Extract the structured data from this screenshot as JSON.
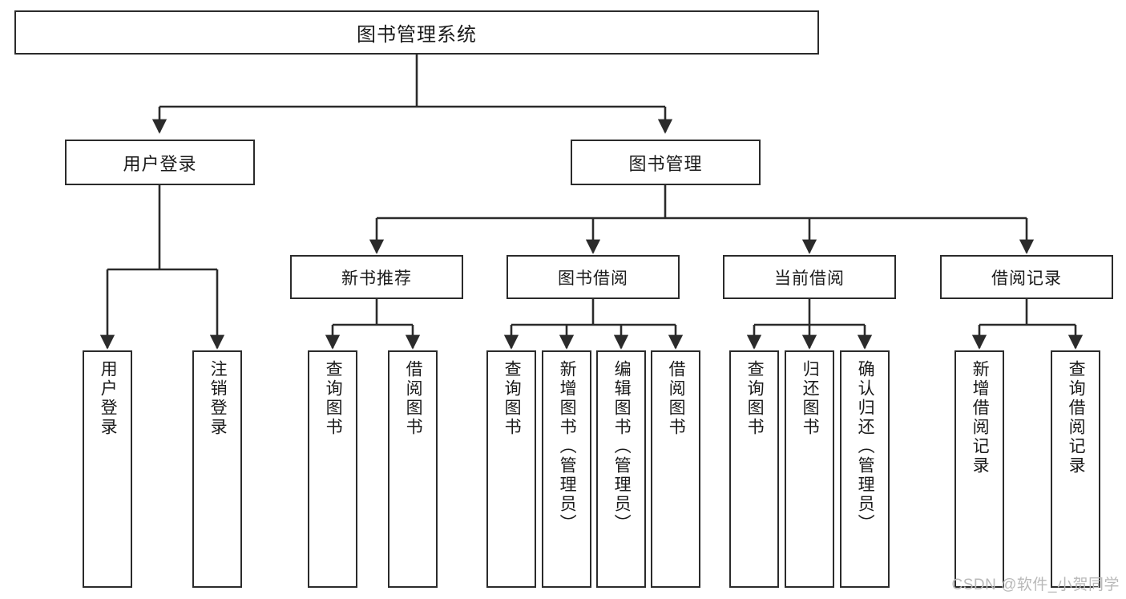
{
  "diagram": {
    "type": "tree",
    "title": "图书管理系统",
    "colors": {
      "box_border": "#2b2b2b",
      "box_fill": "#ffffff",
      "edge": "#2b2b2b",
      "text": "#1a1a1a",
      "watermark": "#b9b9b9",
      "background": "#ffffff"
    }
  },
  "root": {
    "label": "图书管理系统"
  },
  "level2": [
    {
      "id": "user-login",
      "label": "用户登录"
    },
    {
      "id": "book-management",
      "label": "图书管理"
    }
  ],
  "level3": [
    {
      "id": "new-book-recommend",
      "label": "新书推荐"
    },
    {
      "id": "book-borrow",
      "label": "图书借阅"
    },
    {
      "id": "current-borrow",
      "label": "当前借阅"
    },
    {
      "id": "borrow-record",
      "label": "借阅记录"
    }
  ],
  "leaves": {
    "user_login": [
      {
        "id": "user-login-leaf",
        "label": "用户登录"
      },
      {
        "id": "user-logout-leaf",
        "label": "注销登录"
      }
    ],
    "new_book_recommend": [
      {
        "id": "query-book-1",
        "label": "查询图书"
      },
      {
        "id": "borrow-book-1",
        "label": "借阅图书"
      }
    ],
    "book_borrow": [
      {
        "id": "query-book-2",
        "label": "查询图书"
      },
      {
        "id": "add-book-admin",
        "label": "新增图书（管理员）"
      },
      {
        "id": "edit-book-admin",
        "label": "编辑图书（管理员）"
      },
      {
        "id": "borrow-book-2",
        "label": "借阅图书"
      }
    ],
    "current_borrow": [
      {
        "id": "query-book-3",
        "label": "查询图书"
      },
      {
        "id": "return-book",
        "label": "归还图书"
      },
      {
        "id": "confirm-return-admin",
        "label": "确认归还（管理员）"
      }
    ],
    "borrow_record": [
      {
        "id": "add-borrow-record",
        "label": "新增借阅记录"
      },
      {
        "id": "query-borrow-record",
        "label": "查询借阅记录"
      }
    ]
  },
  "watermark": {
    "text": "CSDN @软件_小贺同学"
  }
}
